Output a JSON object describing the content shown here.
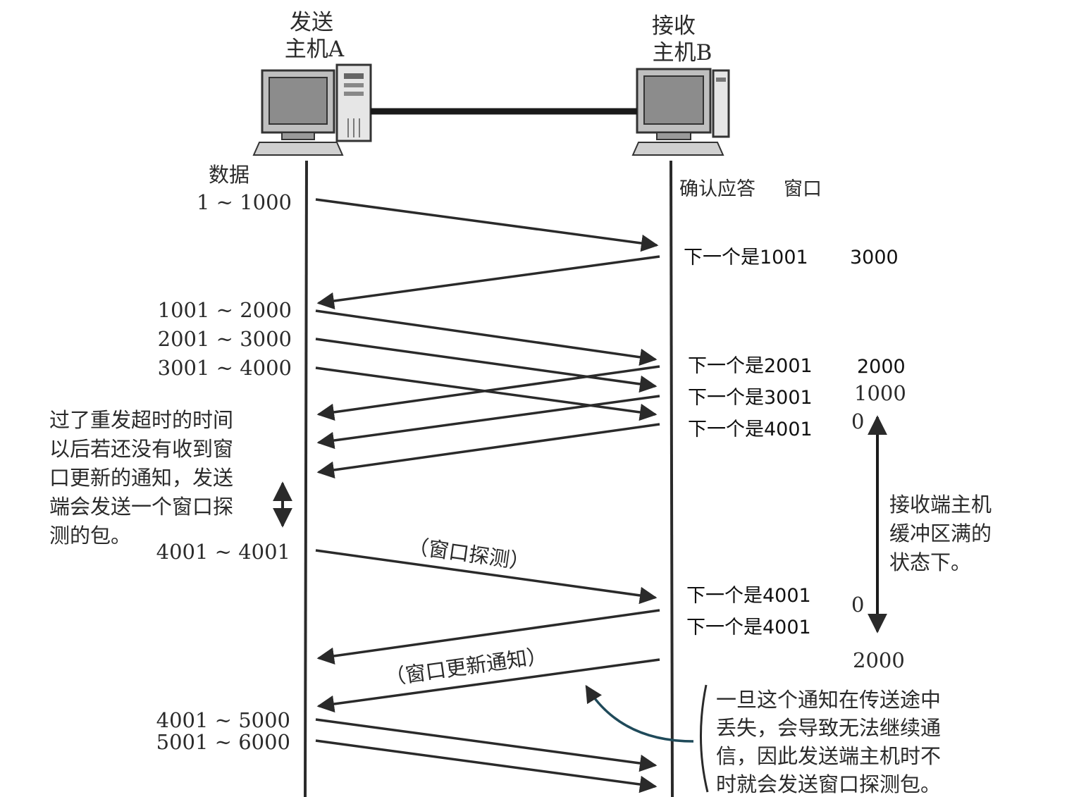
{
  "hosts": {
    "sender": {
      "line1": "发送",
      "line2": "主机A"
    },
    "receiver": {
      "line1": "接收",
      "line2": "主机B"
    }
  },
  "headers": {
    "data": "数据",
    "ack": "确认应答",
    "window": "窗口"
  },
  "data_segments": [
    "1 ~ 1000",
    "1001 ~ 2000",
    "2001 ~ 3000",
    "3001 ~ 4000",
    "4001 ~ 4001",
    "4001 ~ 5000",
    "5001 ~ 6000"
  ],
  "acks": [
    "下一个是1001",
    "下一个是2001",
    "下一个是3001",
    "下一个是4001",
    "下一个是4001",
    "下一个是4001"
  ],
  "windows": [
    "3000",
    "2000",
    "1000",
    "0",
    "0",
    "2000"
  ],
  "notes": {
    "timeout": [
      "过了重发超时的时间",
      "以后若还没有收到窗",
      "口更新的通知，发送",
      "端会发送一个窗口探",
      "测的包。"
    ],
    "buffer_full": [
      "接收端主机",
      "缓冲区满的",
      "状态下。"
    ],
    "lost": [
      "一旦这个通知在传送途中",
      "丢失，会导致无法继续通",
      "信，因此发送端主机时不",
      "时就会发送窗口探测包。"
    ]
  },
  "labels": {
    "probe": "（窗口探测）",
    "update": "（窗口更新通知）"
  }
}
